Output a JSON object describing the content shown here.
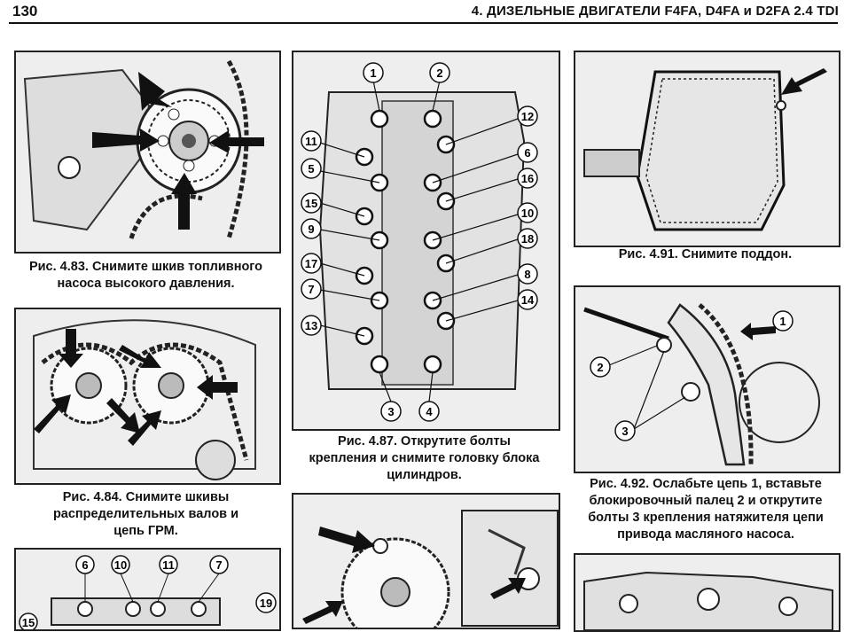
{
  "header": {
    "page_number": "130",
    "chapter_title": "4. ДИЗЕЛЬНЫЕ ДВИГАТЕЛИ F4FA, D4FA и D2FA 2.4 TDI"
  },
  "figures": [
    {
      "id": "4.83",
      "caption_line1": "Рис. 4.83. Снимите шкив топливного",
      "caption_line2": "насоса высокого давления.",
      "caption_line3": ""
    },
    {
      "id": "4.84",
      "caption_line1": "Рис. 4.84. Снимите шкивы",
      "caption_line2": "распределительных валов и",
      "caption_line3": "цепь ГРМ."
    },
    {
      "id": "4.87",
      "caption_line1": "Рис. 4.87. Открутите болты",
      "caption_line2": "крепления и снимите головку блока",
      "caption_line3": "цилиндров."
    },
    {
      "id": "4.91",
      "caption_line1": "Рис. 4.91. Снимите поддон.",
      "caption_line2": "",
      "caption_line3": ""
    },
    {
      "id": "4.92",
      "caption_line1": "Рис. 4.92. Ослабьте цепь 1, вставьте",
      "caption_line2": "блокировочный палец 2 и открутите",
      "caption_line3": "болты 3 крепления натяжителя цепи",
      "caption_line4": "привода масляного насоса."
    }
  ],
  "callouts": {
    "fig_4_87": [
      "1",
      "2",
      "12",
      "11",
      "6",
      "5",
      "16",
      "15",
      "10",
      "9",
      "18",
      "17",
      "8",
      "7",
      "14",
      "13",
      "3",
      "4"
    ],
    "fig_4_92": [
      "1",
      "2",
      "3"
    ],
    "fig_bottom_left": [
      "6",
      "10",
      "11",
      "7",
      "19",
      "15"
    ]
  }
}
